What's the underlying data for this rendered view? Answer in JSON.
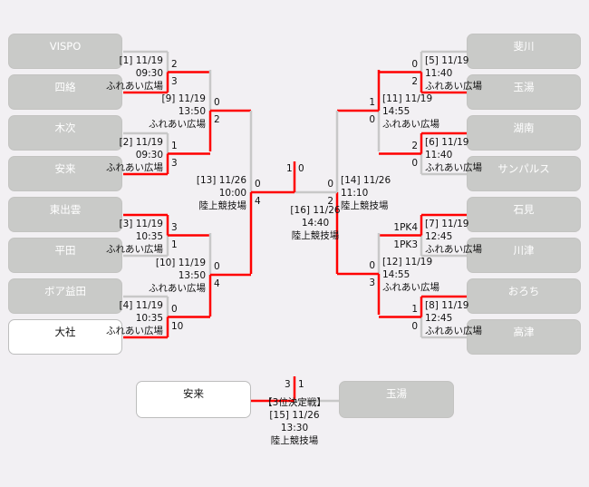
{
  "colors": {
    "winner_line": "#ff0000",
    "loser_line": "#c8c8c8",
    "team_box": "#c9cac8",
    "background": "#f2f0f3"
  },
  "left_teams": [
    {
      "name": "VISPO",
      "winner": false
    },
    {
      "name": "四絡",
      "winner": false
    },
    {
      "name": "木次",
      "winner": false
    },
    {
      "name": "安来",
      "winner": false
    },
    {
      "name": "東出雲",
      "winner": false
    },
    {
      "name": "平田",
      "winner": false
    },
    {
      "name": "ボア益田",
      "winner": false
    },
    {
      "name": "大社",
      "winner": true
    }
  ],
  "right_teams": [
    {
      "name": "斐川",
      "winner": false
    },
    {
      "name": "玉湯",
      "winner": false
    },
    {
      "name": "湖南",
      "winner": false
    },
    {
      "name": "サンパルス",
      "winner": false
    },
    {
      "name": "石見",
      "winner": false
    },
    {
      "name": "川津",
      "winner": false
    },
    {
      "name": "おろち",
      "winner": false
    },
    {
      "name": "高津",
      "winner": false
    }
  ],
  "matches": {
    "m1": {
      "lines": [
        "[1] 11/19",
        "09:30",
        "ふれあい広場"
      ],
      "scores": [
        "2",
        "3"
      ]
    },
    "m2": {
      "lines": [
        "[2] 11/19",
        "09:30",
        "ふれあい広場"
      ],
      "scores": [
        "1",
        "3"
      ]
    },
    "m3": {
      "lines": [
        "[3] 11/19",
        "10:35",
        "ふれあい広場"
      ],
      "scores": [
        "3",
        "1"
      ]
    },
    "m4": {
      "lines": [
        "[4] 11/19",
        "10:35",
        "ふれあい広場"
      ],
      "scores": [
        "0",
        "10"
      ]
    },
    "m5": {
      "lines": [
        "[5] 11/19",
        "11:40",
        "ふれあい広場"
      ],
      "scores": [
        "0",
        "2"
      ]
    },
    "m6": {
      "lines": [
        "[6] 11/19",
        "11:40",
        "ふれあい広場"
      ],
      "scores": [
        "2",
        "0"
      ]
    },
    "m7": {
      "lines": [
        "[7] 11/19",
        "12:45",
        "ふれあい広場"
      ],
      "scores": [
        "1PK4",
        "1PK3"
      ]
    },
    "m8": {
      "lines": [
        "[8] 11/19",
        "12:45",
        "ふれあい広場"
      ],
      "scores": [
        "1",
        "0"
      ]
    },
    "m9": {
      "lines": [
        "[9] 11/19",
        "13:50",
        "ふれあい広場"
      ],
      "scores": [
        "0",
        "2"
      ]
    },
    "m10": {
      "lines": [
        "[10] 11/19",
        "13:50",
        "ふれあい広場"
      ],
      "scores": [
        "0",
        "4"
      ]
    },
    "m11": {
      "lines": [
        "[11] 11/19",
        "14:55",
        "ふれあい広場"
      ],
      "scores": [
        "1",
        "0"
      ]
    },
    "m12": {
      "lines": [
        "[12] 11/19",
        "14:55",
        "ふれあい広場"
      ],
      "scores": [
        "0",
        "3"
      ]
    },
    "m13": {
      "lines": [
        "[13] 11/26",
        "10:00",
        "陸上競技場"
      ],
      "scores": [
        "0",
        "4"
      ]
    },
    "m14": {
      "lines": [
        "[14] 11/26",
        "11:10",
        "陸上競技場"
      ],
      "scores": [
        "0",
        "2"
      ]
    },
    "m16": {
      "lines": [
        "[16] 11/26",
        "14:40",
        "陸上競技場"
      ],
      "scores": [
        "1",
        "0"
      ]
    },
    "m15": {
      "lines": [
        "【3位決定戦】",
        "[15] 11/26",
        "13:30",
        "陸上競技場"
      ],
      "scores": [
        "3",
        "1"
      ]
    }
  },
  "third_place": {
    "left": {
      "name": "安来",
      "winner": true
    },
    "right": {
      "name": "玉湯",
      "winner": false
    }
  }
}
